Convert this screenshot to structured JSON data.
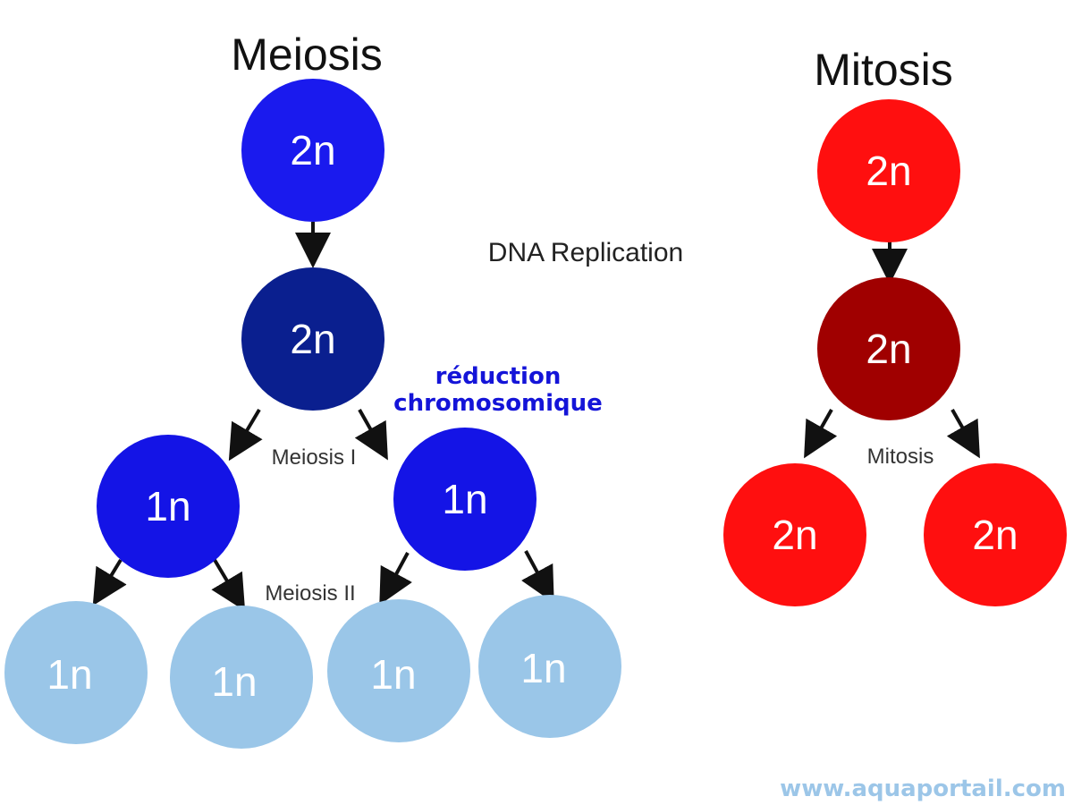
{
  "meiosis": {
    "title": "Meiosis",
    "parent": "2n",
    "replicated": "2n",
    "daughters_1": [
      "1n",
      "1n"
    ],
    "daughters_2": [
      "1n",
      "1n",
      "1n",
      "1n"
    ],
    "meiosis1_label": "Meiosis I",
    "meiosis2_label": "Meiosis II",
    "reduction_line1": "réduction",
    "reduction_line2": "chromosomique"
  },
  "mitosis": {
    "title": "Mitosis",
    "parent": "2n",
    "replicated": "2n",
    "daughters": [
      "2n",
      "2n"
    ],
    "mitosis_label": "Mitosis"
  },
  "dna_replication_label": "DNA Replication",
  "watermark": "www.aquaportail.com",
  "colors": {
    "meiosis_parent": "#1a1aee",
    "meiosis_replicated": "#0a1f8f",
    "meiosis_1n": "#1414e6",
    "meiosis_final": "#9ac6e8",
    "mitosis_cell": "#ff0f0f",
    "mitosis_replicated": "#a00000",
    "arrow": "#111111"
  }
}
